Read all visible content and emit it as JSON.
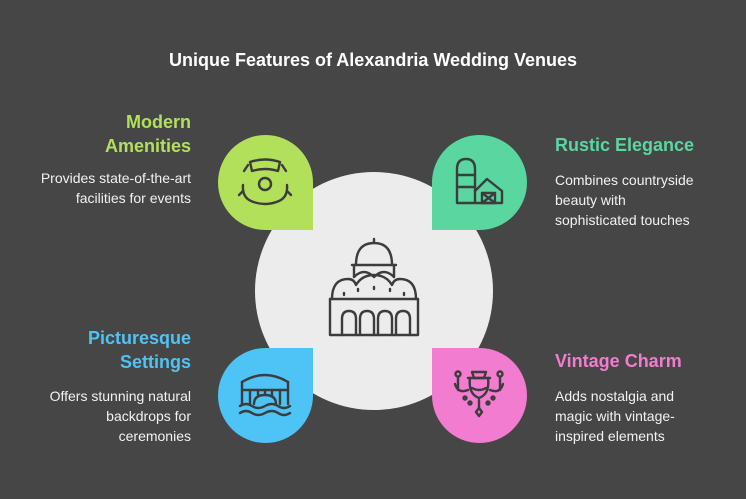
{
  "title": "Unique Features of Alexandria Wedding Venues",
  "colors": {
    "background": "#464646",
    "center": "#ececec",
    "modern": "#b2e05a",
    "rustic": "#5ad7a0",
    "picturesque": "#4ec3f5",
    "vintage": "#f27cd0",
    "icon_stroke": "#3c3c3c"
  },
  "features": {
    "modern": {
      "heading_line1": "Modern",
      "heading_line2": "Amenities",
      "desc_line1": "Provides state-of-the-art",
      "desc_line2": "facilities for events",
      "icon": "stage-icon"
    },
    "rustic": {
      "heading": "Rustic Elegance",
      "desc_line1": "Combines countryside",
      "desc_line2": "beauty with",
      "desc_line3": "sophisticated touches",
      "icon": "barn-silo-icon"
    },
    "picturesque": {
      "heading_line1": "Picturesque",
      "heading_line2": "Settings",
      "desc_line1": "Offers stunning natural",
      "desc_line2": "backdrops for",
      "desc_line3": "ceremonies",
      "icon": "bridge-water-icon"
    },
    "vintage": {
      "heading": "Vintage Charm",
      "desc_line1": "Adds nostalgia and",
      "desc_line2": "magic with vintage-",
      "desc_line3": "inspired elements",
      "icon": "chandelier-icon"
    }
  },
  "center_icon": "domed-building-icon"
}
